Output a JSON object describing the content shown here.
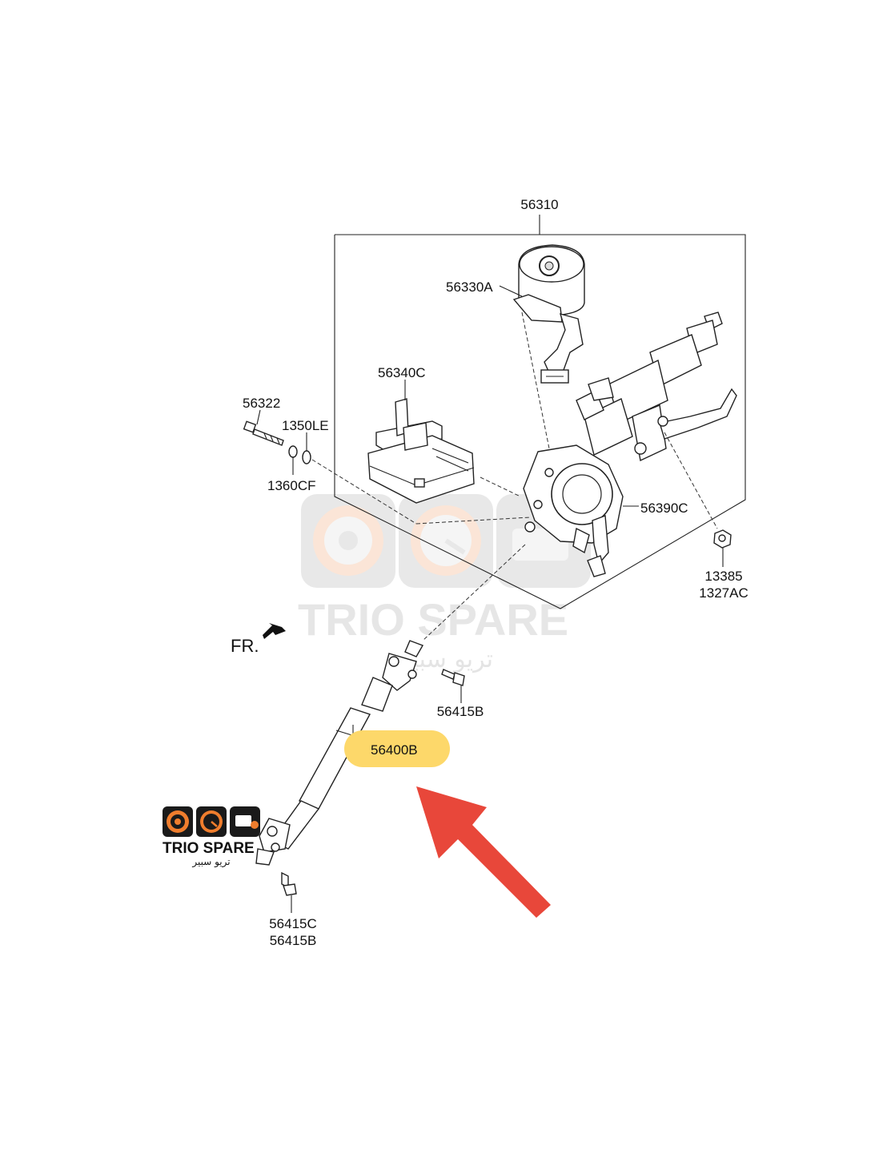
{
  "labels": {
    "assembly": "56310",
    "motor": "56330A",
    "ecu": "56340C",
    "bolt": "56322",
    "washer_top": "1350LE",
    "washer_bottom": "1360CF",
    "column_body": "56390C",
    "nut_a": "13385",
    "nut_b": "1327AC",
    "bolt_joint_upper": "56415B",
    "shaft": "56400B",
    "bolt_joint_lower_a": "56415C",
    "bolt_joint_lower_b": "56415B"
  },
  "direction": {
    "front_label": "FR."
  },
  "watermark": {
    "brand": "TRIO SPARE",
    "arabic": "تريو سبير"
  },
  "logo": {
    "brand": "TRIO SPARE",
    "arabic": "تريو سبير"
  },
  "colors": {
    "highlight": "#fdd86a",
    "arrow": "#e8473a",
    "logo_orange": "#ef7d2d",
    "logo_dark": "#1a1a1a",
    "watermark": "#e4e4e4"
  },
  "icons": [
    "brake-disc-icon",
    "speedometer-icon",
    "engine-icon",
    "pointer-arrow-icon",
    "front-direction-arrow-icon"
  ]
}
